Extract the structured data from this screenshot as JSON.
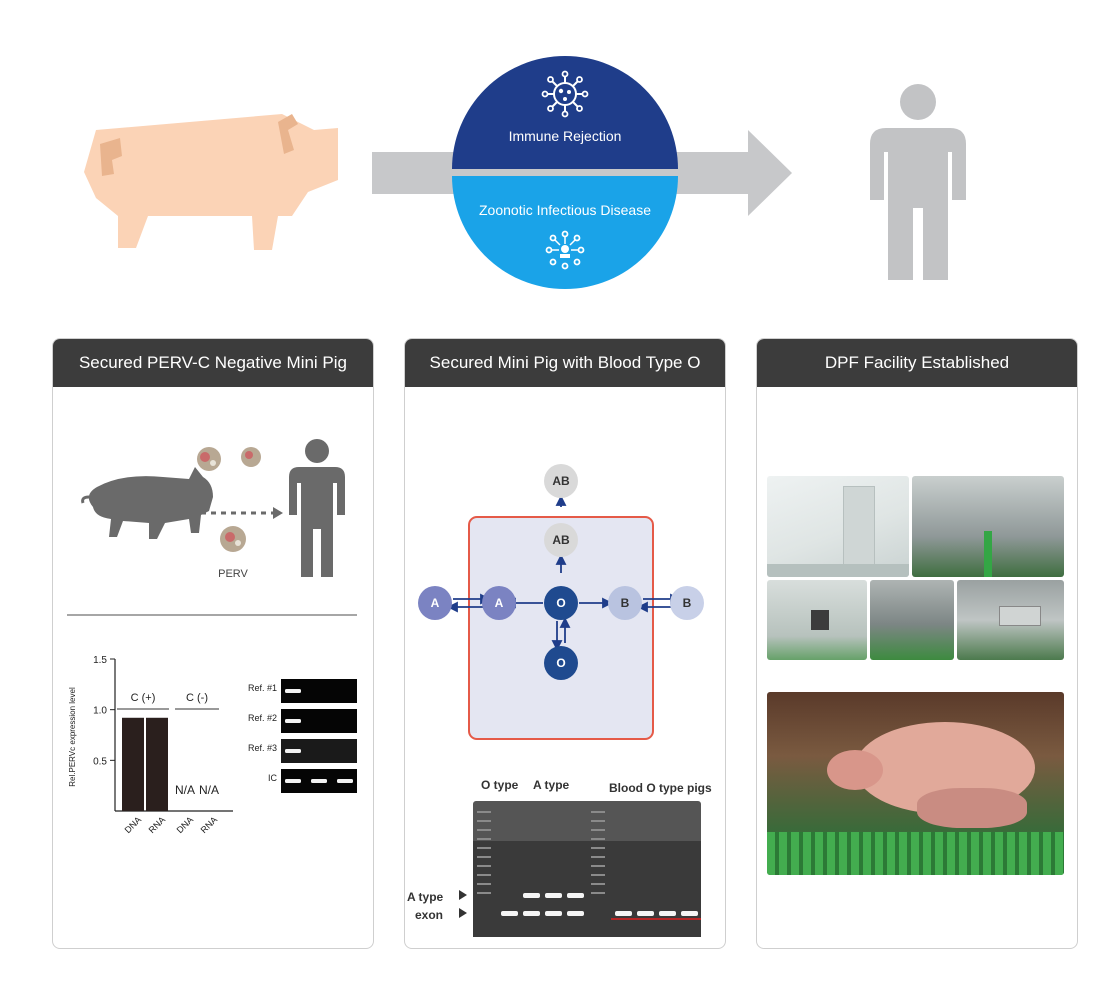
{
  "top": {
    "immune_label": "Immune Rejection",
    "zoonotic_label": "Zoonotic Infectious Disease",
    "colors": {
      "immune": "#1f3d8a",
      "zoonotic": "#1aa3e8",
      "arrow": "#c7c8ca",
      "pig": "#fbd3b6",
      "human": "#c2c3c5"
    }
  },
  "panels": [
    {
      "title": "Secured PERV-C Negative Mini Pig",
      "perv_label": "PERV",
      "chart": {
        "ylabel": "Rel.PERVc expression level",
        "yticks": [
          "1.5",
          "1.0",
          "0.5"
        ],
        "group_labels": [
          "C (+)",
          "C (-)"
        ],
        "categories": [
          "DNA",
          "RNA",
          "DNA",
          "RNA"
        ],
        "na_labels": [
          "N/A",
          "N/A"
        ]
      },
      "gel_rows": [
        "Ref. #1",
        "Ref. #2",
        "Ref. #3",
        "IC"
      ]
    },
    {
      "title": "Secured Mini Pig with Blood Type O",
      "nodes": {
        "ab_outer": "AB",
        "ab_inner": "AB",
        "a_outer": "A",
        "a_inner": "A",
        "o_center": "O",
        "o_bottom": "O",
        "b_inner": "B",
        "b_outer": "B"
      },
      "gel_headers": {
        "o_type": "O type",
        "a_type": "A type",
        "pigs": "Blood O type pigs"
      },
      "gel_side_labels": [
        "A type",
        "exon"
      ]
    },
    {
      "title": "DPF Facility Established"
    }
  ],
  "chart_data": {
    "type": "bar",
    "categories": [
      "DNA",
      "RNA",
      "DNA",
      "RNA"
    ],
    "groups": [
      "C (+)",
      "C (+)",
      "C (-)",
      "C (-)"
    ],
    "values": [
      0.92,
      0.92,
      null,
      null
    ],
    "value_labels": [
      "",
      "",
      "N/A",
      "N/A"
    ],
    "ylabel": "Rel.PERVc expression level",
    "ylim": [
      0,
      1.5
    ],
    "yticks": [
      0.5,
      1.0,
      1.5
    ]
  }
}
